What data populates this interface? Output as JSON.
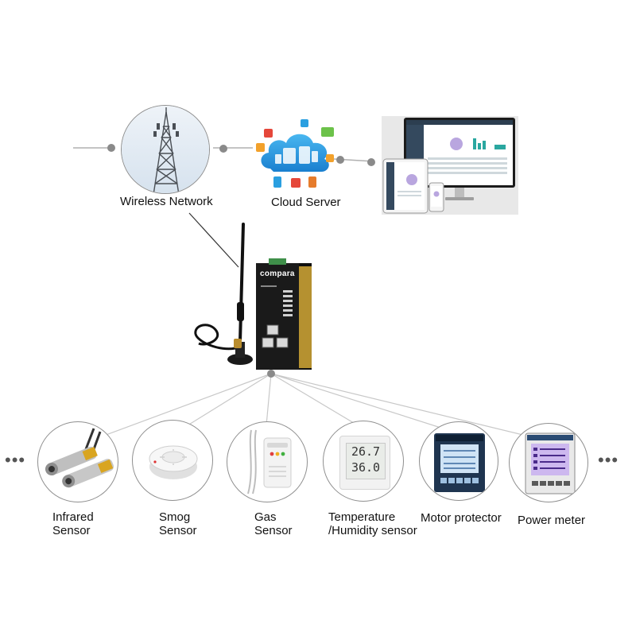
{
  "top_nodes": {
    "wireless_network": "Wireless Network",
    "cloud_server": "Cloud Server"
  },
  "gateway": {
    "brand": "compara"
  },
  "sensors": [
    {
      "label": "Infrared\nSensor",
      "icon": "infrared-sensor-icon"
    },
    {
      "label": "Smog\nSensor",
      "icon": "smoke-detector-icon"
    },
    {
      "label": "Gas\nSensor",
      "icon": "gas-detector-icon"
    },
    {
      "label": "Temperature\n/Humidity sensor",
      "icon": "thermo-hygrometer-icon"
    },
    {
      "label": "Motor protector",
      "icon": "motor-protector-icon"
    },
    {
      "label": "Power meter",
      "icon": "power-meter-icon"
    }
  ],
  "ellipsis": "•••",
  "display_readings": {
    "temperature": "26.7",
    "humidity": "36.0"
  },
  "colors": {
    "line": "#b0b0b0",
    "dot": "#8a8a8a",
    "cloud": "#1e9be0",
    "gateway_body": "#1a1a1a",
    "gateway_accent": "#c8a034",
    "dashboard_teal": "#2aa7a0"
  }
}
